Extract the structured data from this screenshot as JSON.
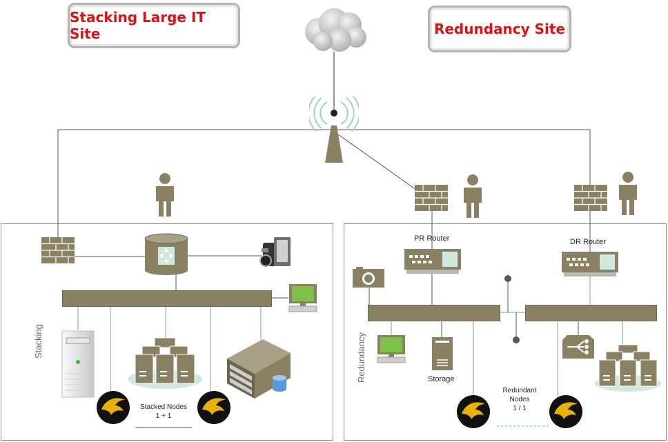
{
  "titles": {
    "left": "Stacking Large IT Site",
    "right": "Redundancy Site"
  },
  "sites": {
    "left_label": "Stacking",
    "right_label": "Redundancy"
  },
  "labels": {
    "pr_router": "PR Router",
    "dr_router": "DR Router",
    "storage": "Storage",
    "stacked_nodes_line1": "Stacked Nodes",
    "stacked_nodes_line2": "1 + 1",
    "redundant_nodes_line1": "Redundant",
    "redundant_nodes_line2": "Nodes",
    "redundant_nodes_line3": "1 / 1"
  },
  "colors": {
    "title_text": "#e01010",
    "device": "#8a8163",
    "wire_dark": "#555555",
    "wire_teal": "#6aa89a",
    "site_border": "#8a8a8a"
  },
  "icons": [
    "cloud-icon",
    "antenna-icon",
    "firewall-icon",
    "person-icon",
    "router-cylinder-icon",
    "camcorder-icon",
    "monitor-icon",
    "server-tower-icon",
    "server-cluster-icon",
    "rack-server-icon",
    "eagle-logo-icon",
    "camera-icon",
    "router-device-icon",
    "storage-icon",
    "switch-icon"
  ]
}
